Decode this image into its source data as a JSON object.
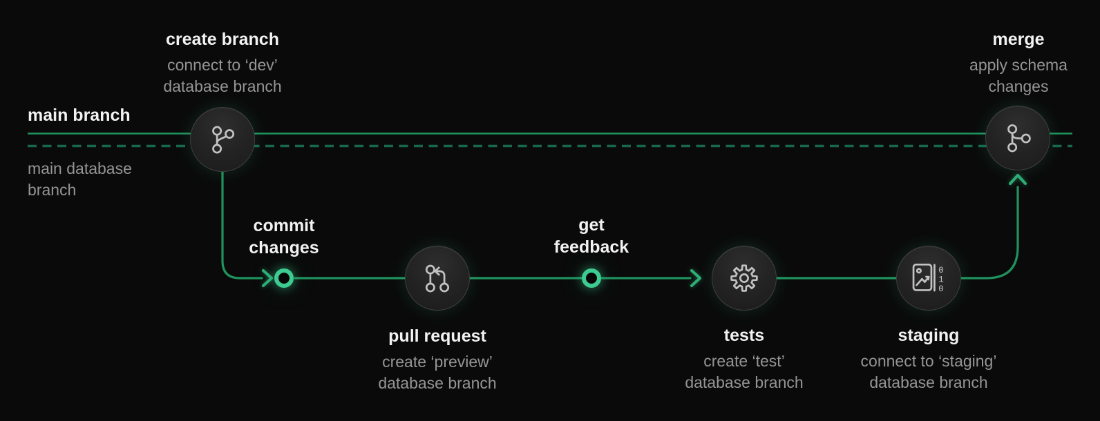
{
  "colors": {
    "background": "#0a0a0a",
    "line_green": "#1f925e",
    "dashed_green": "#17694a",
    "bright_green": "#3ecb92",
    "arrow_green": "#2fae74",
    "title_text": "#f2f2f2",
    "subtitle_text": "#959595",
    "node_border": "#3f3f3f",
    "icon_stroke": "#c2c2c2"
  },
  "lanes": {
    "main_branch_label": "main branch",
    "main_database_label_lines": [
      "main database",
      "branch"
    ]
  },
  "steps": {
    "create_branch": {
      "title": "create branch",
      "subtitle_lines": [
        "connect to ‘dev’",
        "database branch"
      ],
      "icon": "git-branch-icon"
    },
    "commit_changes": {
      "title_lines": [
        "commit",
        "changes"
      ],
      "marker": "commit-ring"
    },
    "pull_request": {
      "title": "pull request",
      "subtitle_lines": [
        "create ‘preview’",
        "database branch"
      ],
      "icon": "git-pull-request-icon"
    },
    "get_feedback": {
      "title_lines": [
        "get",
        "feedback"
      ],
      "marker": "commit-ring"
    },
    "tests": {
      "title": "tests",
      "subtitle_lines": [
        "create ‘test’",
        "database branch"
      ],
      "icon": "gear-icon"
    },
    "staging": {
      "title": "staging",
      "subtitle_lines": [
        "connect to ‘staging’",
        "database branch"
      ],
      "icon": "image-data-icon"
    },
    "merge": {
      "title": "merge",
      "subtitle_lines": [
        "apply schema",
        "changes"
      ],
      "icon": "git-merge-icon"
    }
  },
  "staging_icon_digits": [
    "0",
    "1",
    "0"
  ]
}
